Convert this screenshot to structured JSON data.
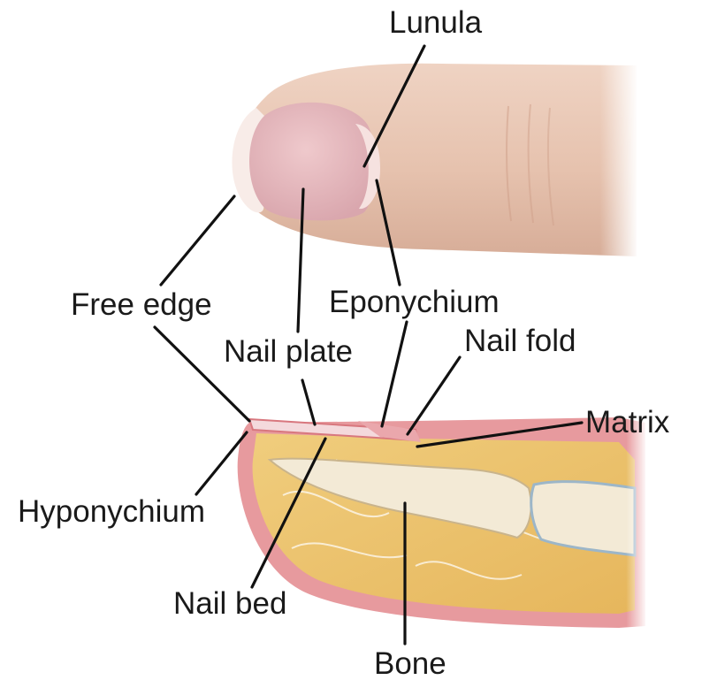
{
  "labels": {
    "lunula": "Lunula",
    "free_edge": "Free edge",
    "eponychium": "Eponychium",
    "nail_plate": "Nail plate",
    "nail_fold": "Nail fold",
    "matrix": "Matrix",
    "hyponychium": "Hyponychium",
    "nail_bed": "Nail bed",
    "bone": "Bone"
  },
  "colors": {
    "skin": "#e8c4b0",
    "skin_shadow": "#d9ab97",
    "nail_plate": "#e7b8bd",
    "nail_free_edge": "#f8ece8",
    "lunula": "#f6e2e0",
    "tissue_outline": "#d8777e",
    "fat_yellow": "#ecc36a",
    "bone": "#f3ead6",
    "leader_line": "#111111",
    "label_text": "#1a1a1a"
  }
}
